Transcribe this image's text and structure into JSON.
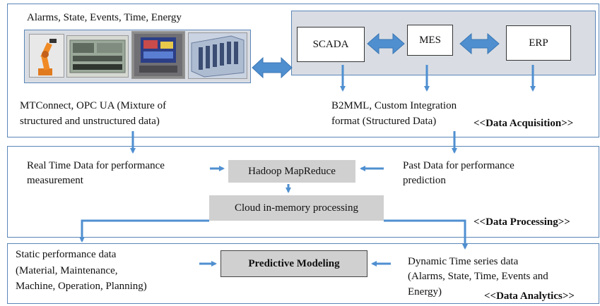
{
  "acquisition": {
    "sources_label": "Alarms, State, Events, Time, Energy",
    "images": [
      {
        "icon": "robot-arm"
      },
      {
        "icon": "plc-controller"
      },
      {
        "icon": "hmi-panel"
      },
      {
        "icon": "io-rack"
      }
    ],
    "scada": "SCADA",
    "mes": "MES",
    "erp": "ERP",
    "left_protocol_line1": "MTConnect, OPC UA (Mixture of",
    "left_protocol_line2": "structured and unstructured data)",
    "right_protocol_line1": "B2MML, Custom Integration",
    "right_protocol_line2": "format (Structured Data)",
    "layer_label": "<<Data Acquisition>>"
  },
  "processing": {
    "realtime_line1": "Real Time Data for performance",
    "realtime_line2": "measurement",
    "hadoop": "Hadoop MapReduce",
    "past_line1": "Past Data for performance",
    "past_line2": "prediction",
    "cloud": "Cloud in-memory processing",
    "layer_label": "<<Data Processing>>"
  },
  "analytics": {
    "static_line1": "Static performance data",
    "static_line2": "(Material, Maintenance,",
    "static_line3": "Machine, Operation, Planning)",
    "predictive": "Predictive Modeling",
    "dynamic_line1": "Dynamic Time series data",
    "dynamic_line2": "(Alarms, State, Time, Events and",
    "dynamic_line3": "Energy)",
    "layer_label": "<<Data Analytics>>"
  },
  "colors": {
    "arrow": "#4f8fd0",
    "border": "#5a86b8",
    "grey_box": "#d0d0d0",
    "panel": "#d9dde3"
  }
}
